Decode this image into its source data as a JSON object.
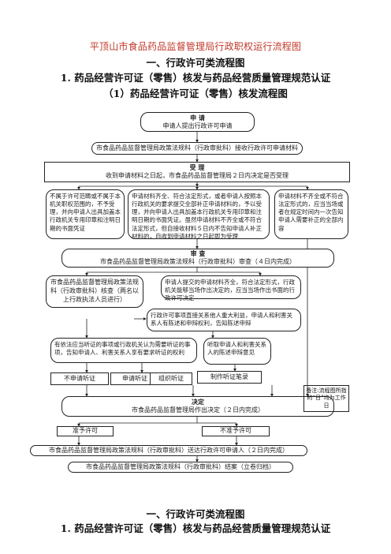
{
  "page": {
    "title": "平顶山市食品药品监督管理局行政职权运行流程图",
    "heading1": "一、行政许可类流程图",
    "heading2": "1.  药品经营许可证（零售）核发与药品经营质量管理规范认证",
    "heading3": "（1）药品经营许可证（零售）核发流程图",
    "footer_heading1": "一、行政许可类流程图",
    "footer_heading2": "1.  药品经营许可证（零售）核发与药品经营质量管理规范认证"
  },
  "flow": {
    "apply": {
      "title": "申  请",
      "text": "申请人提出行政许可申请"
    },
    "receive": {
      "text": "市食品药品监督管理局政策法规科（行政审批科）接收行政许可申请材料"
    },
    "accept": {
      "title": "受  理",
      "text": "收到申请材料之日起，市食品药品监督管理局２日内决定是否受理"
    },
    "branch_reject": {
      "text": "不属于许可范畴或不属于本机关职权范围的，不予受理，并向申请人出具加盖本行政机关专用印章和注明日期的书面凭证"
    },
    "branch_correct": {
      "text": "申请材料齐全、符合法定形式，或者申请人按照本行政机关的要求提交全部补正申请材料的，予以受理，并向申请人出具加盖本行政机关专用印章和注明日期的书面凭证。虽然申请材料不齐全或不符合法定形式，但自接收材料５日内不告知申请人补正材料的，自收到申请材料之日起即为受理"
    },
    "branch_supplement": {
      "text": "申请材料不齐全或不符合法定形式的，应当当场或者在规定时间内一次告知申请人需要补正的全部内容"
    },
    "review": {
      "title": "审  查",
      "text": "市食品药品监督管理局政策法规科（行政审批科）审查（４日内完成）"
    },
    "verify": {
      "text": "市食品药品监督管理局政策法规科（行政审批科）核查（两名以上行政执法人员进行）"
    },
    "verify_spot": {
      "text": "申请人提交的申请材料齐全，符合法定形式，行政机关能够当场作出决定的，应当当场作出书面的行政许可决定"
    },
    "interest": {
      "text": "行政许可事项直接关系他人重大利益，申请人和利害关系人有陈述和申辩权利，告知陈述申辩"
    },
    "hearing_notice": {
      "text": "有依法应当听证的事项或行政机关认为需要听证的事项，告知申请人、利害关系人享有要求听证的权利"
    },
    "listen": {
      "text": "听取申请人和利害关系人的陈述申辩意见"
    },
    "no_hearing": {
      "text": "不申请听证"
    },
    "apply_hearing": {
      "text": "申请听证"
    },
    "organize_hearing": {
      "text": "组织听证"
    },
    "hearing_record": {
      "text": "制作听证笔录"
    },
    "decide": {
      "title": "决定",
      "text": "市食品药品监督管理局作出决定（２日内完成）"
    },
    "grant": {
      "text": "准予许可"
    },
    "deny": {
      "text": "不准予许可"
    },
    "deliver": {
      "text": "市食品药品监督管理局政策法规科（行政审批科）送达行政许可申请人（２日内完成）"
    },
    "archive": {
      "text": "市食品药品监督管理局政策法规科（行政审批科）结案（立卷归档）"
    },
    "remark": {
      "text": "备注:流程图所指的“日”均为工作日"
    }
  }
}
